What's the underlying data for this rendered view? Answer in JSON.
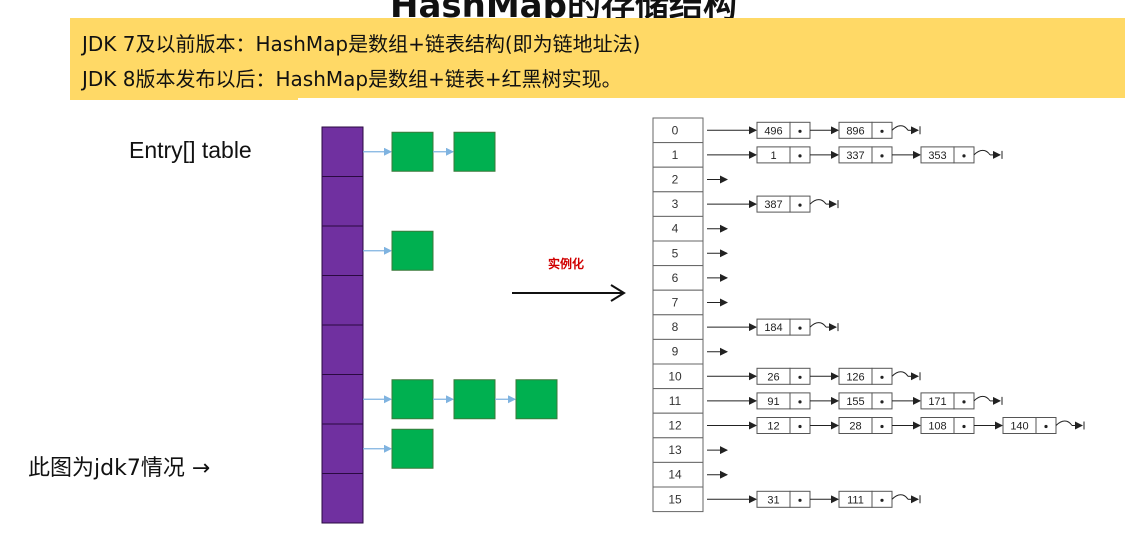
{
  "title": "HashMap的存储结构",
  "notes": {
    "line1": "JDK 7及以前版本：HashMap是数组+链表结构(即为链地址法)",
    "line2": "JDK 8版本发布以后：HashMap是数组+链表+红黑树实现。"
  },
  "jdk7": {
    "entry_label": "Entry[] table",
    "caption": "此图为jdk7情况 →",
    "colors": {
      "array": "#7030a0",
      "node": "#00b050",
      "arrow": "#7fb3e0"
    },
    "rows": [
      {
        "slot": 0,
        "nodes": 2
      },
      {
        "slot": 1,
        "nodes": 0
      },
      {
        "slot": 2,
        "nodes": 1
      },
      {
        "slot": 3,
        "nodes": 0
      },
      {
        "slot": 4,
        "nodes": 0
      },
      {
        "slot": 5,
        "nodes": 3
      },
      {
        "slot": 6,
        "nodes": 1
      },
      {
        "slot": 7,
        "nodes": 0
      }
    ]
  },
  "instantiate_label": "实例化",
  "table": {
    "indices": [
      "0",
      "1",
      "2",
      "3",
      "4",
      "5",
      "6",
      "7",
      "8",
      "9",
      "10",
      "11",
      "12",
      "13",
      "14",
      "15"
    ],
    "chains": [
      [
        "496",
        "896"
      ],
      [
        "1",
        "337",
        "353"
      ],
      [],
      [
        "387"
      ],
      [],
      [],
      [],
      [],
      [
        "184"
      ],
      [],
      [
        "26",
        "126"
      ],
      [
        "91",
        "155",
        "171"
      ],
      [
        "12",
        "28",
        "108",
        "140"
      ],
      [],
      [],
      [
        "31",
        "111"
      ]
    ]
  }
}
